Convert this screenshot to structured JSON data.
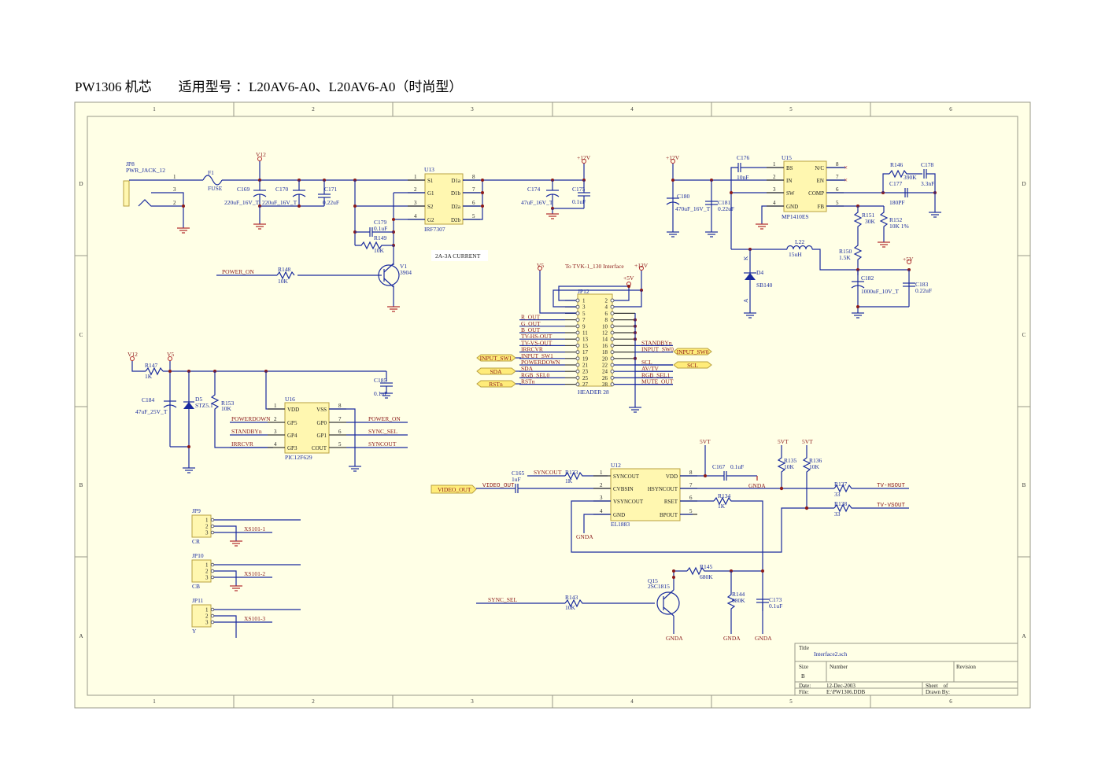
{
  "header": {
    "title": "PW1306 机芯        适用型号 ：L20AV6-A0、L20AV6-A0（时尚型）"
  },
  "frame": {
    "columns": [
      "1",
      "2",
      "3",
      "4",
      "5",
      "6"
    ],
    "rows": [
      "D",
      "C",
      "B",
      "A"
    ]
  },
  "power_input": {
    "jack_ref": "JP8",
    "jack_name": "PWR_JACK_12",
    "jack_pins": [
      "1",
      "3",
      "2"
    ],
    "fuse_ref": "F1",
    "fuse_name": "FUSE",
    "net_v12": "V12",
    "c169": {
      "ref": "C169",
      "value": "220uF_16V_T"
    },
    "c170": {
      "ref": "C170",
      "value": "220uF_16V_T"
    },
    "c171": {
      "ref": "C171",
      "value": "0.22uF"
    }
  },
  "switch": {
    "u13_ref": "U13",
    "u13_part": "IRF7307",
    "u13_left_pins": [
      {
        "num": "1",
        "name": "S1"
      },
      {
        "num": "2",
        "name": "G1"
      },
      {
        "num": "3",
        "name": "S2"
      },
      {
        "num": "4",
        "name": "G2"
      }
    ],
    "u13_right_pins": [
      {
        "num": "8",
        "name": "D1a"
      },
      {
        "num": "7",
        "name": "D1b"
      },
      {
        "num": "6",
        "name": "D2a"
      },
      {
        "num": "5",
        "name": "D2b"
      }
    ],
    "c179": {
      "ref": "C179",
      "value": "0.1uF"
    },
    "r149": {
      "ref": "R149",
      "value": "10K"
    },
    "note": "2A-3A CURRENT",
    "net_12v": "+12V",
    "c174": {
      "ref": "C174",
      "value": "47uF_16V_T"
    },
    "c175": {
      "ref": "C175",
      "value": "0.1uF"
    },
    "power_on_net": "POWER_ON",
    "r148": {
      "ref": "R148",
      "value": "10K"
    },
    "v1": {
      "ref": "V1",
      "part": "3904"
    }
  },
  "buck": {
    "net_12v": "+12V",
    "c180": {
      "ref": "C180",
      "value": "470uF_16V_T"
    },
    "c181": {
      "ref": "C181",
      "value": "0.22uF"
    },
    "c176": {
      "ref": "C176",
      "value": "10nF"
    },
    "u15_ref": "U15",
    "u15_part": "MP1410ES",
    "u15_left_pins": [
      {
        "num": "1",
        "name": "BS"
      },
      {
        "num": "2",
        "name": "IN"
      },
      {
        "num": "3",
        "name": "SW"
      },
      {
        "num": "4",
        "name": "GND"
      }
    ],
    "u15_right_pins": [
      {
        "num": "8",
        "name": "N/C"
      },
      {
        "num": "7",
        "name": "EN"
      },
      {
        "num": "6",
        "name": "COMP"
      },
      {
        "num": "5",
        "name": "FB"
      }
    ],
    "r146": {
      "ref": "R146",
      "value": "390K"
    },
    "c178": {
      "ref": "C178",
      "value": "3.3nF"
    },
    "c177": {
      "ref": "C177",
      "value": "180PF"
    },
    "r151": {
      "ref": "R151",
      "value": "30K"
    },
    "r152": {
      "ref": "R152",
      "value": "10K 1%"
    },
    "l22": {
      "ref": "L22",
      "value": "15uH"
    },
    "r150": {
      "ref": "R150",
      "value": "1.5K"
    },
    "d4": {
      "ref": "D4",
      "part": "SB140",
      "k": "K",
      "a": "A"
    },
    "net_5v": "+5V",
    "c182": {
      "ref": "C182",
      "value": "1000uF_10V_T"
    },
    "c183": {
      "ref": "C183",
      "value": "0.22uF"
    }
  },
  "header28": {
    "title_note": "To TVK-1_130 Interface",
    "ref": "JP12",
    "part": "HEADER 28",
    "net_v5": "V5",
    "net_12v": "+12V",
    "net_5v": "+5V",
    "left_pins": [
      "1",
      "3",
      "5",
      "7",
      "9",
      "11",
      "13",
      "15",
      "17",
      "19",
      "21",
      "23",
      "25",
      "27"
    ],
    "right_pins": [
      "2",
      "4",
      "6",
      "8",
      "10",
      "12",
      "14",
      "16",
      "18",
      "20",
      "22",
      "24",
      "26",
      "28"
    ],
    "left_nets": [
      "",
      "",
      "",
      "R_OUT",
      "G_OUT",
      "B_OUT",
      "TV-HS-OUT",
      "TV-VS-OUT",
      "IRRCVR",
      "INPUT_SW1",
      "POWERDOWN",
      "SDA",
      "RGB_SEL0",
      "RSTn"
    ],
    "right_nets": [
      "",
      "",
      "",
      "",
      "",
      "",
      "",
      "STANDBYn",
      "INPUT_SW0",
      "",
      "SCL",
      "AV/TV",
      "RGB_SEL1",
      "MUTE_OUT"
    ],
    "ports_left": [
      "INPUT_SW1",
      "SDA",
      "RSTn"
    ],
    "ports_right": [
      "INPUT_SW0",
      "SCL"
    ]
  },
  "mcu": {
    "net_v12": "V12",
    "net_v5": "V5",
    "r147": {
      "ref": "R147",
      "value": "1K"
    },
    "c184": {
      "ref": "C184",
      "value": "47uF_25V_T"
    },
    "d5": {
      "ref": "D5",
      "part": "STZ5.1"
    },
    "r153": {
      "ref": "R153",
      "value": "10K"
    },
    "c185": {
      "ref": "C185",
      "value": "0.1uF"
    },
    "u16_ref": "U16",
    "u16_part": "PIC12F629",
    "u16_left_pins": [
      {
        "num": "1",
        "name": "VDD"
      },
      {
        "num": "2",
        "name": "GP5"
      },
      {
        "num": "3",
        "name": "GP4"
      },
      {
        "num": "4",
        "name": "GP3"
      }
    ],
    "u16_right_pins": [
      {
        "num": "8",
        "name": "VSS"
      },
      {
        "num": "7",
        "name": "GP0"
      },
      {
        "num": "6",
        "name": "GP1"
      },
      {
        "num": "5",
        "name": "COUT"
      }
    ],
    "left_nets": [
      "",
      "POWERDOWN",
      "STANDBYn",
      "IRRCVR"
    ],
    "right_nets": [
      "",
      "POWER_ON",
      "SYNC_SEL",
      "SYNCOUT"
    ]
  },
  "sync": {
    "net_5vt": "5VT",
    "video_port": "VIDEO_OUT",
    "video_net": "VIDEO_OUT",
    "c165": {
      "ref": "C165",
      "value": "1uF"
    },
    "syncout_net": "SYNCOUT",
    "r133": {
      "ref": "R133",
      "value": "1K"
    },
    "u12_ref": "U12",
    "u12_part": "EL1883",
    "u12_left_pins": [
      {
        "num": "1",
        "name": "SYNCOUT"
      },
      {
        "num": "2",
        "name": "CVBSIN"
      },
      {
        "num": "3",
        "name": "VSYNCOUT"
      },
      {
        "num": "4",
        "name": "GND"
      }
    ],
    "u12_right_pins": [
      {
        "num": "8",
        "name": "VDD"
      },
      {
        "num": "7",
        "name": "HSYNCOUT"
      },
      {
        "num": "6",
        "name": "RSET"
      },
      {
        "num": "5",
        "name": "BPOUT"
      }
    ],
    "c167": {
      "ref": "C167",
      "value": "0.1uF"
    },
    "r134": {
      "ref": "R134",
      "value": "1K"
    },
    "gnda": "GNDA",
    "r135": {
      "ref": "R135",
      "value": "10K"
    },
    "r136": {
      "ref": "R136",
      "value": "10K"
    },
    "r137": {
      "ref": "R137",
      "value": "33"
    },
    "r138": {
      "ref": "R138",
      "value": "33"
    },
    "hs_net": "TV-HSOUT",
    "vs_net": "TV-VSOUT",
    "sync_sel_net": "SYNC_SEL",
    "r143": {
      "ref": "R143",
      "value": "10K"
    },
    "q15": {
      "ref": "Q15",
      "part": "2SC1815"
    },
    "r145": {
      "ref": "R145",
      "value": "680K"
    },
    "r144": {
      "ref": "R144",
      "value": "680K"
    },
    "c173": {
      "ref": "C173",
      "value": "0.1uF"
    }
  },
  "connectors": [
    {
      "ref": "JP9",
      "name": "CR",
      "pins": [
        "1",
        "2",
        "3"
      ],
      "net": "XS101-1"
    },
    {
      "ref": "JP10",
      "name": "CB",
      "pins": [
        "1",
        "2",
        "3"
      ],
      "net": "XS101-2"
    },
    {
      "ref": "JP11",
      "name": "Y",
      "pins": [
        "1",
        "2",
        "3"
      ],
      "net": "XS101-3"
    }
  ],
  "title_block": {
    "title_label": "Title",
    "title_value": "Interface2.sch",
    "size_label": "Size",
    "size_value": "B",
    "number_label": "Number",
    "revision_label": "Revision",
    "date_label": "Date:",
    "date_value": "12-Dec-2003",
    "sheet_label": "Sheet    of",
    "file_label": "File:",
    "file_value": "E:\\PW1306.DDB",
    "drawn_label": "Drawn By:"
  }
}
